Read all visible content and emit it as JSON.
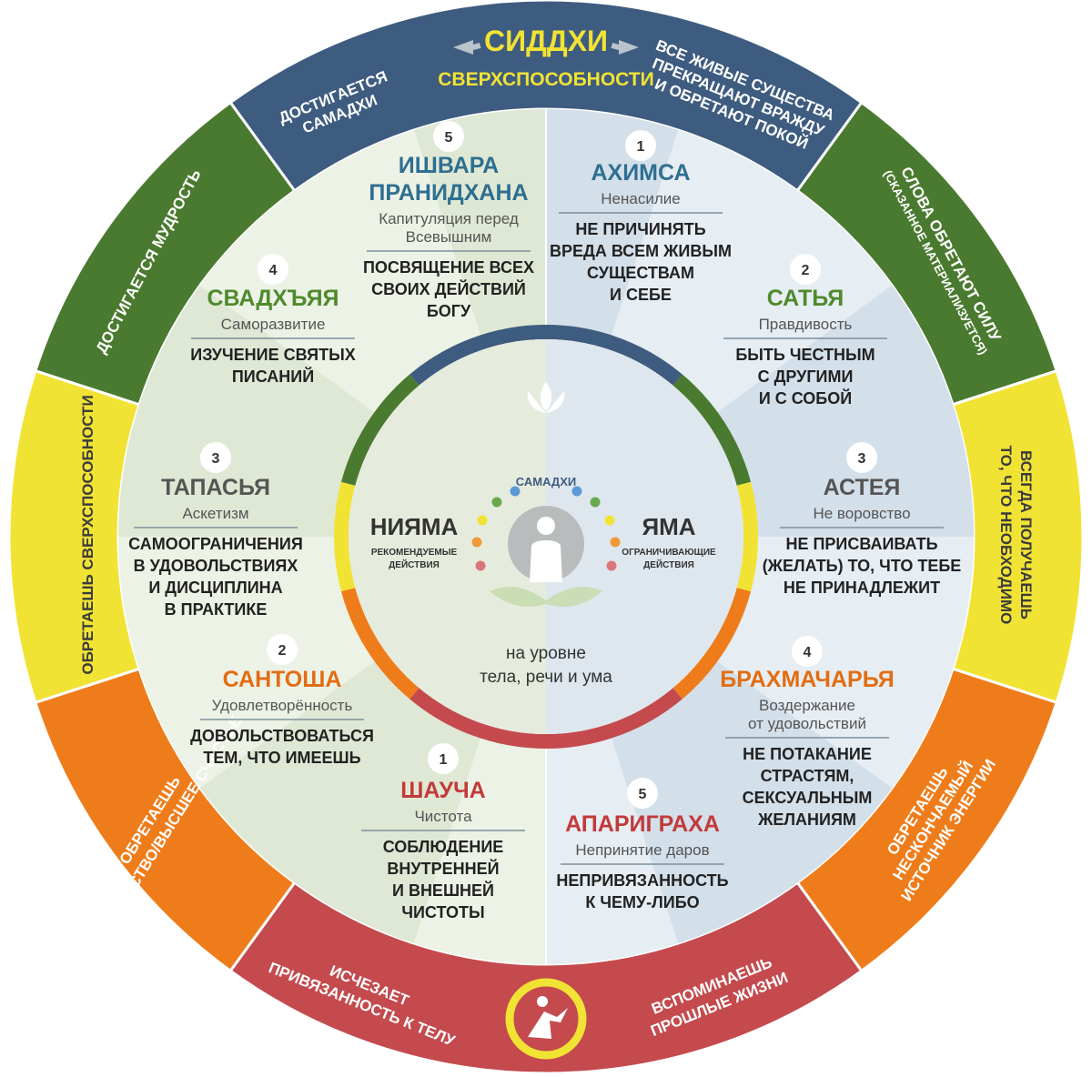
{
  "colors": {
    "green": "#4a7a2f",
    "yellow": "#f1e334",
    "orange": "#ef7c1a",
    "red": "#c44a4e",
    "navy": "#3e5c7f",
    "inner_green": "#dde8cf",
    "inner_green_light": "#eef3e6",
    "inner_blue": "#d0dde8",
    "inner_blue_light": "#e4ecf2",
    "center_bg": "#e9eef0",
    "teal_title": "#2e6f91",
    "green_title": "#4f8a2c",
    "red_title": "#c23a3a",
    "orange_title": "#e26d12"
  },
  "top": {
    "title": "СИДДХИ",
    "subtitle": "СВЕРХСПОСОБНОСТИ"
  },
  "outer_ring": {
    "navy_left": [
      "ДОСТИГАЕТСЯ",
      "САМАДХИ"
    ],
    "navy_right": [
      "ВСЕ ЖИВЫЕ СУЩЕСТВА",
      "ПРЕКРАЩАЮТ ВРАЖДУ",
      "И ОБРЕТАЮТ ПОКОЙ"
    ],
    "green_left": [
      "ДОСТИГАЕТСЯ МУДРОСТЬ"
    ],
    "green_right": [
      "СЛОВА ОБРЕТАЮТ СИЛУ",
      "(СКАЗАННОЕ МАТЕРИАЛИЗУЕТСЯ)"
    ],
    "yellow_left": [
      "ОБРЕТАЕШЬ СВЕРХСПОСОБНОСТИ"
    ],
    "yellow_right": [
      "ВСЕГДА ПОЛУЧАЕШЬ",
      "ТО, ЧТО НЕОБХОДИМО"
    ],
    "orange_left": [
      "ОБРЕТАЕШЬ",
      "БЛАЖЕНСТВО/ВЫСШЕЕ СЧАСТЬЕ"
    ],
    "orange_right": [
      "ОБРЕТАЕШЬ",
      "НЕСКОНЧАЕМЫЙ",
      "ИСТОЧНИК ЭНЕРГИИ"
    ],
    "red_left": [
      "ИСЧЕЗАЕТ",
      "ПРИВЯЗАННОСТЬ К ТЕЛУ"
    ],
    "red_right": [
      "ВСПОМИНАЕШЬ",
      "ПРОШЛЫЕ ЖИЗНИ"
    ]
  },
  "niyama": [
    {
      "num": "5",
      "title": [
        "ИШВАРА",
        "ПРАНИДХАНА"
      ],
      "sub": [
        "Капитуляция перед",
        "Всевышним"
      ],
      "desc": [
        "ПОСВЯЩЕНИЕ ВСЕХ",
        "СВОИХ ДЕЙСТВИЙ",
        "БОГУ"
      ]
    },
    {
      "num": "4",
      "title": [
        "СВАДХЪЯЯ"
      ],
      "sub": [
        "Саморазвитие"
      ],
      "desc": [
        "ИЗУЧЕНИЕ СВЯТЫХ",
        "ПИСАНИЙ"
      ]
    },
    {
      "num": "3",
      "title": [
        "ТАПАСЬЯ"
      ],
      "sub": [
        "Аскетизм"
      ],
      "desc": [
        "САМООГРАНИЧЕНИЯ",
        "В УДОВОЛЬСТВИЯХ",
        "И ДИСЦИПЛИНА",
        "В ПРАКТИКЕ"
      ]
    },
    {
      "num": "2",
      "title": [
        "САНТОША"
      ],
      "sub": [
        "Удовлетворённость"
      ],
      "desc": [
        "ДОВОЛЬСТВОВАТЬСЯ",
        "ТЕМ, ЧТО ИМЕЕШЬ"
      ]
    },
    {
      "num": "1",
      "title": [
        "ШАУЧА"
      ],
      "sub": [
        "Чистота"
      ],
      "desc": [
        "СОБЛЮДЕНИЕ",
        "ВНУТРЕННЕЙ",
        "И ВНЕШНЕЙ",
        "ЧИСТОТЫ"
      ]
    }
  ],
  "yama": [
    {
      "num": "1",
      "title": [
        "АХИМСА"
      ],
      "sub": [
        "Ненасилие"
      ],
      "desc": [
        "НЕ ПРИЧИНЯТЬ",
        "ВРЕДА ВСЕМ ЖИВЫМ",
        "СУЩЕСТВАМ",
        "И СЕБЕ"
      ]
    },
    {
      "num": "2",
      "title": [
        "САТЬЯ"
      ],
      "sub": [
        "Правдивость"
      ],
      "desc": [
        "БЫТЬ ЧЕСТНЫМ",
        "С ДРУГИМИ",
        "И С СОБОЙ"
      ]
    },
    {
      "num": "3",
      "title": [
        "АСТЕЯ"
      ],
      "sub": [
        "Не воровство"
      ],
      "desc": [
        "НЕ ПРИСВАИВАТЬ",
        "(ЖЕЛАТЬ) ТО, ЧТО ТЕБЕ",
        "НЕ ПРИНАДЛЕЖИТ"
      ]
    },
    {
      "num": "4",
      "title": [
        "БРАХМАЧАРЬЯ"
      ],
      "sub": [
        "Воздержание",
        "от удовольствий"
      ],
      "desc": [
        "НЕ ПОТАКАНИЕ",
        "СТРАСТЯМ,",
        "СЕКСУАЛЬНЫМ",
        "ЖЕЛАНИЯМ"
      ]
    },
    {
      "num": "5",
      "title": [
        "АПАРИГРАХА"
      ],
      "sub": [
        "Непринятие даров"
      ],
      "desc": [
        "НЕПРИВЯЗАННОСТЬ",
        "К ЧЕМУ-ЛИБО"
      ]
    }
  ],
  "center": {
    "samadhi": "САМАДХИ",
    "niyama_title": "НИЯМА",
    "niyama_sub": [
      "РЕКОМЕНДУЕМЫЕ",
      "ДЕЙСТВИЯ"
    ],
    "yama_title": "ЯМА",
    "yama_sub": [
      "ОГРАНИЧИВАЮЩИЕ",
      "ДЕЙСТВИЯ"
    ],
    "level": [
      "на уровне",
      "тела, речи и ума"
    ]
  }
}
